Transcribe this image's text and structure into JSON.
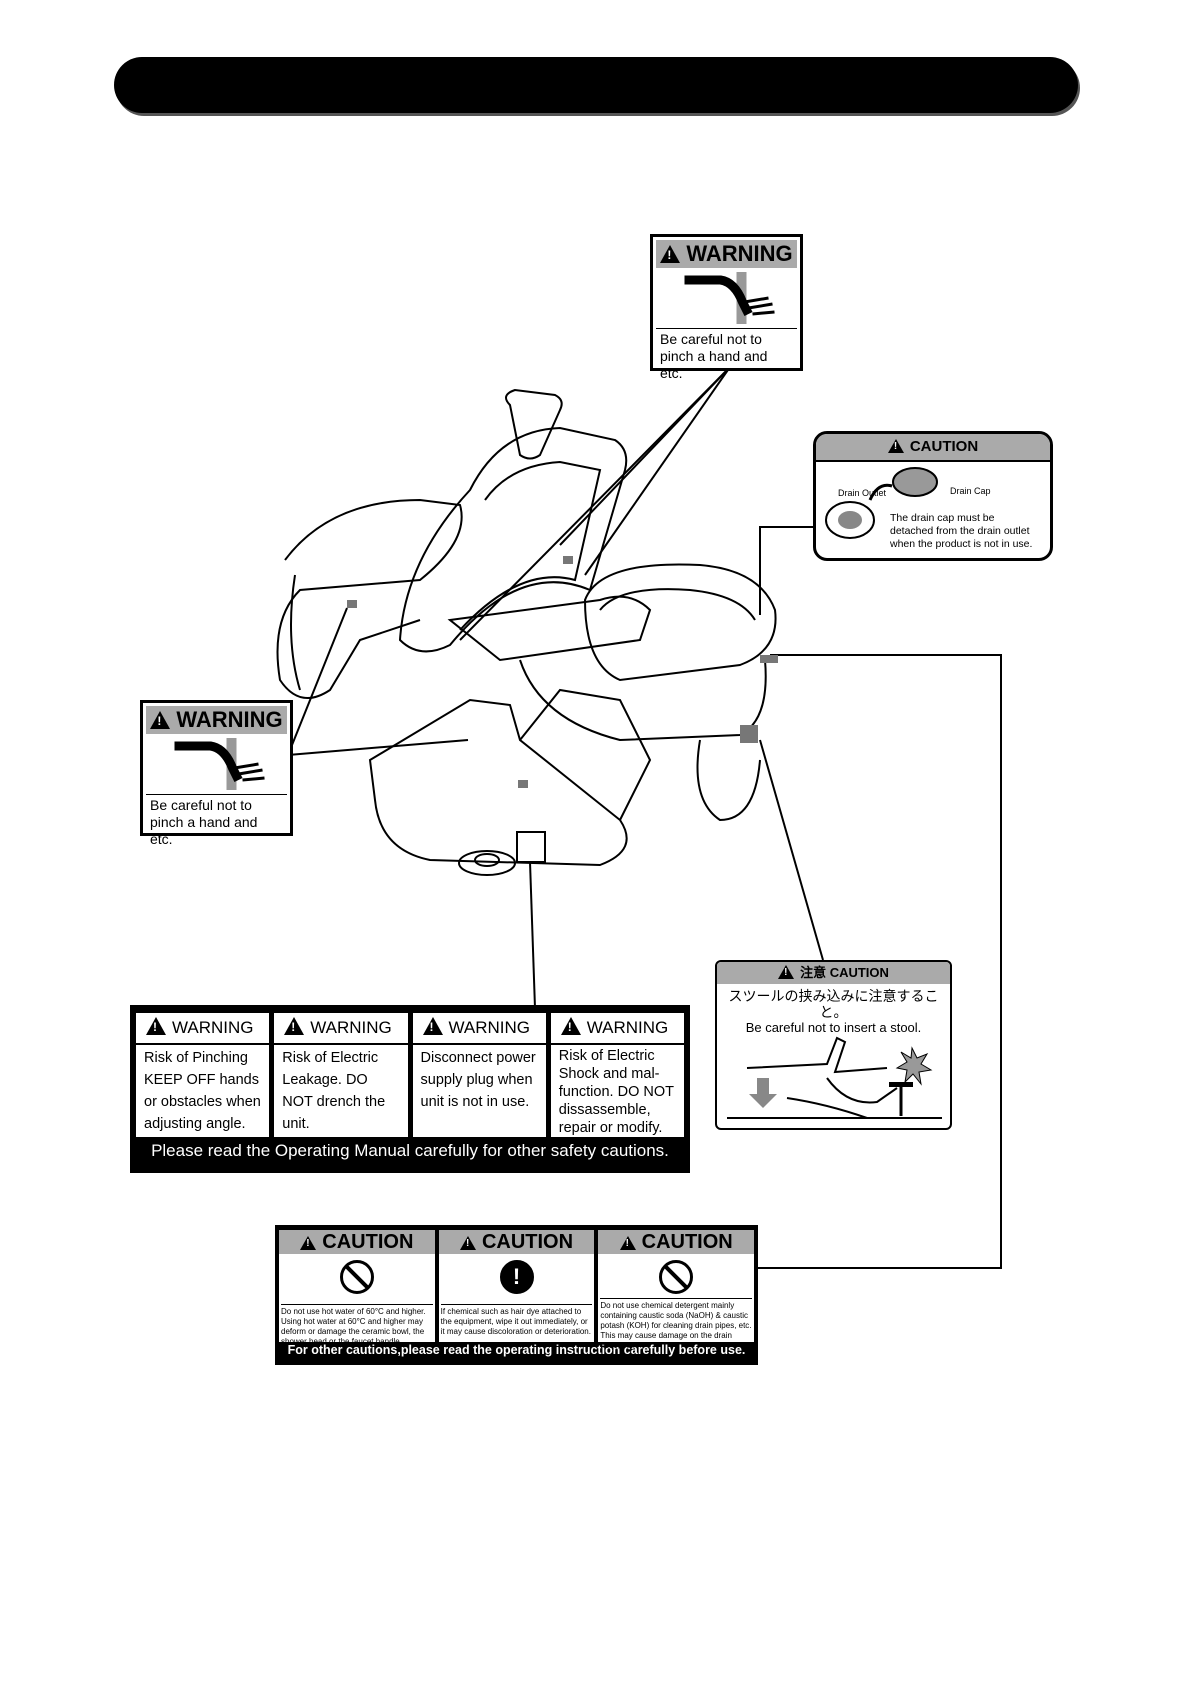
{
  "header": {
    "title": ""
  },
  "warning_top": {
    "heading": "WARNING",
    "text": "Be careful not to pinch a hand and etc."
  },
  "warning_left": {
    "heading": "WARNING",
    "text": "Be careful not to pinch a hand and etc."
  },
  "drain_caution": {
    "heading": "CAUTION",
    "drain_outlet": "Drain Outlet",
    "drain_cap": "Drain Cap",
    "text": "The drain cap must be detached from the drain outlet when the product is not in use."
  },
  "stool_caution": {
    "heading": "注意 CAUTION",
    "line_jp": "スツールの挟み込みに注意すること。",
    "line_en": "Be careful not to insert a stool."
  },
  "warning_panel": {
    "cells": [
      {
        "heading": "WARNING",
        "text": "Risk of Pinching KEEP OFF hands or obstacles when adjusting angle."
      },
      {
        "heading": "WARNING",
        "text": "Risk of Electric Leakage. DO NOT drench the unit."
      },
      {
        "heading": "WARNING",
        "text": "Disconnect power supply plug when unit is not in use."
      },
      {
        "heading": "WARNING",
        "text": "Risk of Electric Shock and mal-function. DO NOT dissassemble, repair or modify."
      }
    ],
    "footer": "Please read the Operating Manual carefully for other safety cautions."
  },
  "caution_panel": {
    "cells": [
      {
        "heading": "CAUTION",
        "icon": "prohibition-icon",
        "text": "Do not use hot water of 60°C and higher. Using hot water at 60°C and higher may deform or damage the ceramic bowl, the shower head or the faucet handle."
      },
      {
        "heading": "CAUTION",
        "icon": "exclamation-icon",
        "text": "If chemical such as hair dye attached to the equipment, wipe it out immediately, or it may cause discoloration or deterioration."
      },
      {
        "heading": "CAUTION",
        "icon": "prohibition-icon",
        "text": "Do not use chemical detergent mainly containing caustic soda (NaOH) & caustic potash (KOH) for cleaning drain pipes, etc. This may cause damage on the drain hose, etc."
      }
    ],
    "footer": "For other cautions,please read the operating instruction carefully before use."
  }
}
